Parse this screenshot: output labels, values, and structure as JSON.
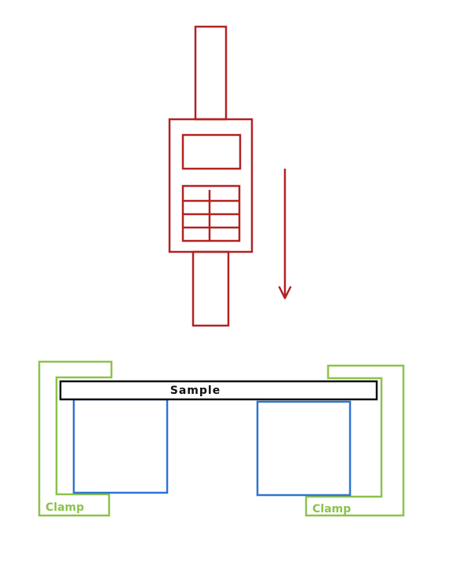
{
  "labels": {
    "sample": "Sample",
    "clamp_left": "Clamp",
    "clamp_right": "Clamp"
  },
  "colors": {
    "device": "#b22222",
    "clamp": "#8bc34a",
    "support": "#2f74d0",
    "sample": "#111111",
    "background": "#ffffff"
  }
}
